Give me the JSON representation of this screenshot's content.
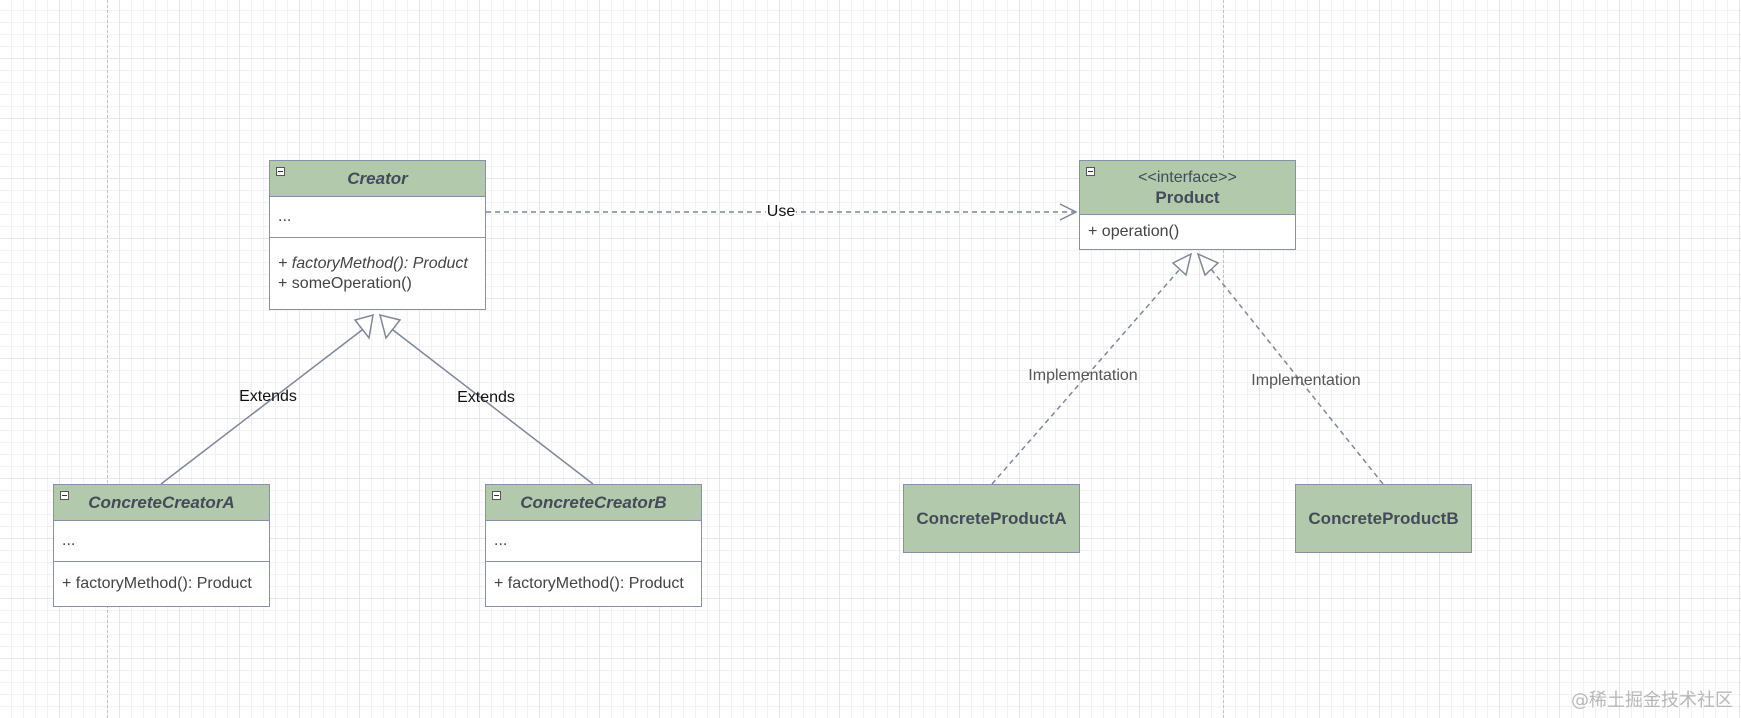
{
  "diagram": {
    "creator": {
      "name": "Creator",
      "attributes": "...",
      "operations": [
        "+ factoryMethod(): Product",
        "+ someOperation()"
      ]
    },
    "concrete_creator_a": {
      "name": "ConcreteCreatorA",
      "attributes": "...",
      "operations": [
        "+ factoryMethod(): Product"
      ]
    },
    "concrete_creator_b": {
      "name": "ConcreteCreatorB",
      "attributes": "...",
      "operations": [
        "+ factoryMethod(): Product"
      ]
    },
    "product": {
      "stereotype": "<<interface>>",
      "name": "Product",
      "operations": [
        "+ operation()"
      ]
    },
    "concrete_product_a": {
      "name": "ConcreteProductA"
    },
    "concrete_product_b": {
      "name": "ConcreteProductB"
    },
    "edges": {
      "use": "Use",
      "extends_a": "Extends",
      "extends_b": "Extends",
      "implementation_a": "Implementation",
      "implementation_b": "Implementation"
    }
  },
  "watermark": "@稀土掘金技术社区",
  "colors": {
    "class_header_fill": "#b2c9ab",
    "class_border": "#8791a8",
    "edge_stroke": "#7f8799"
  }
}
